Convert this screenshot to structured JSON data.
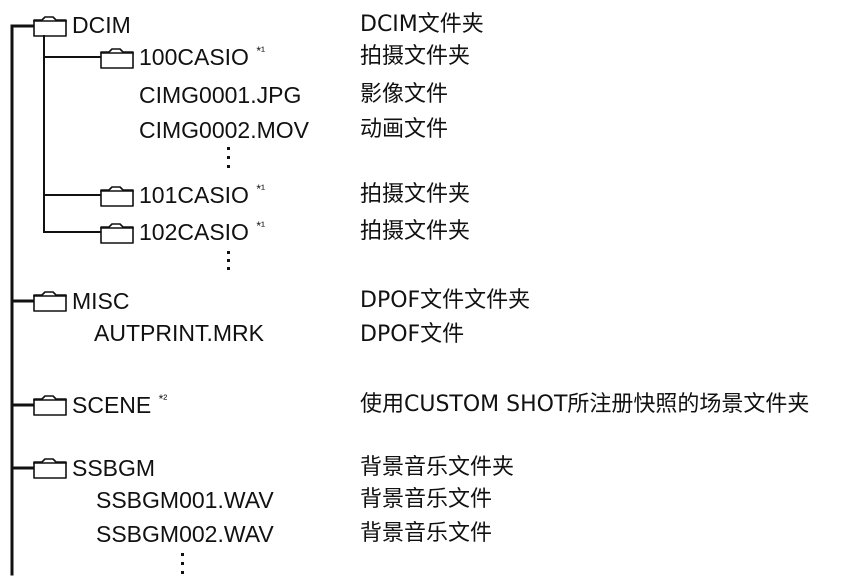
{
  "tree": {
    "dcim": {
      "name": "DCIM",
      "desc": "DCIM文件夹"
    },
    "f100": {
      "name": "100CASIO",
      "mark": "*¹",
      "desc": "拍摄文件夹"
    },
    "img": {
      "name": "CIMG0001.JPG",
      "desc": "影像文件"
    },
    "mov": {
      "name": "CIMG0002.MOV",
      "desc": "动画文件"
    },
    "f101": {
      "name": "101CASIO",
      "mark": "*¹",
      "desc": "拍摄文件夹"
    },
    "f102": {
      "name": "102CASIO",
      "mark": "*¹",
      "desc": "拍摄文件夹"
    },
    "misc": {
      "name": "MISC",
      "desc": "DPOF文件文件夹"
    },
    "autprint": {
      "name": "AUTPRINT.MRK",
      "desc": "DPOF文件"
    },
    "scene": {
      "name": "SCENE",
      "mark": "*²",
      "desc": "使用CUSTOM SHOT所注册快照的场景文件夹"
    },
    "ssbgm": {
      "name": "SSBGM",
      "desc": "背景音乐文件夹"
    },
    "wav1": {
      "name": "SSBGM001.WAV",
      "desc": "背景音乐文件"
    },
    "wav2": {
      "name": "SSBGM002.WAV",
      "desc": "背景音乐文件"
    }
  },
  "colors": {
    "ink": "#111111",
    "background": "#ffffff"
  },
  "icons": [
    "folder-icon",
    "vertical-ellipsis-icon"
  ]
}
